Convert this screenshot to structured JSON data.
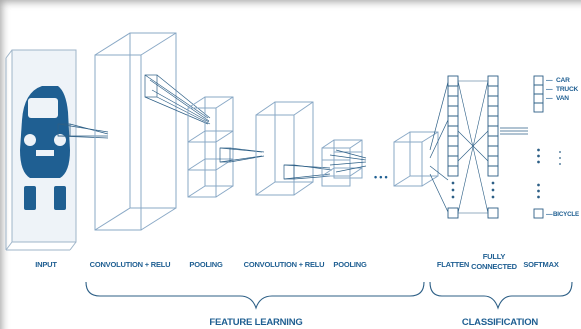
{
  "diagram": {
    "colors": {
      "primary": "#1f5f92",
      "line": "#8aa9c6",
      "dark": "#2d5f86"
    },
    "icons": [
      "car-icon"
    ],
    "labels": {
      "input": "INPUT",
      "conv_relu_1": "CONVOLUTION + RELU",
      "pooling_1": "POOLING",
      "conv_relu_2": "CONVOLUTION + RELU",
      "pooling_2": "POOLING",
      "flatten": "FLATTEN",
      "fully_connected_line1": "FULLY",
      "fully_connected_line2": "CONNECTED",
      "softmax": "SOFTMAX",
      "feature_learning": "FEATURE LEARNING",
      "classification": "CLASSIFICATION",
      "ellipsis": "• • •"
    },
    "classes": [
      "CAR",
      "TRUCK",
      "VAN",
      "BICYCLE"
    ],
    "class_prefix": "—"
  }
}
